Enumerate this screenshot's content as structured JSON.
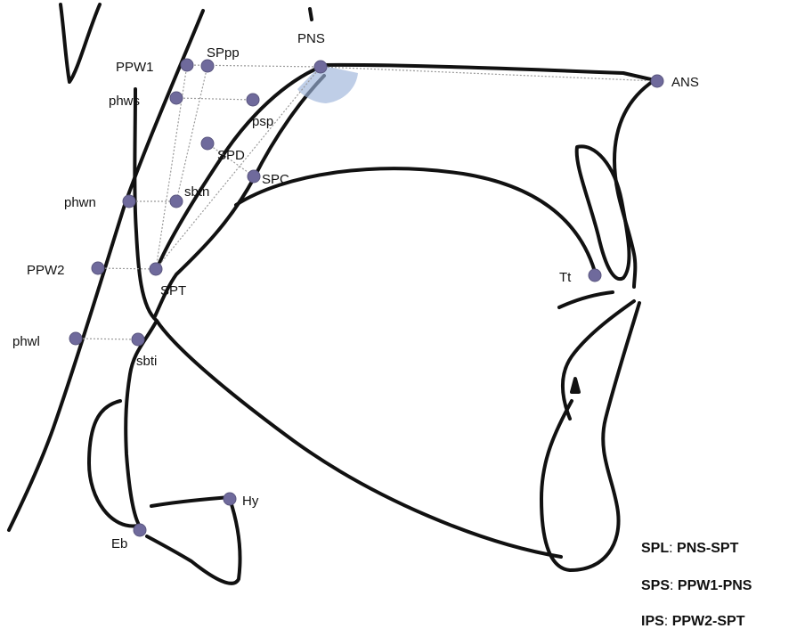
{
  "diagram": {
    "landmarks": [
      {
        "id": "PNS",
        "label": "PNS"
      },
      {
        "id": "ANS",
        "label": "ANS"
      },
      {
        "id": "SPpp",
        "label": "SPpp"
      },
      {
        "id": "PPW1",
        "label": "PPW1"
      },
      {
        "id": "phws",
        "label": "phws"
      },
      {
        "id": "psp",
        "label": "psp"
      },
      {
        "id": "SPD",
        "label": "SPD"
      },
      {
        "id": "SPC",
        "label": "SPC"
      },
      {
        "id": "sbtn",
        "label": "sbtn"
      },
      {
        "id": "phwn",
        "label": "phwn"
      },
      {
        "id": "PPW2",
        "label": "PPW2"
      },
      {
        "id": "SPT",
        "label": "SPT"
      },
      {
        "id": "phwl",
        "label": "phwl"
      },
      {
        "id": "sbti",
        "label": "sbti"
      },
      {
        "id": "Tt",
        "label": "Tt"
      },
      {
        "id": "Hy",
        "label": "Hy"
      },
      {
        "id": "Eb",
        "label": "Eb"
      }
    ],
    "colors": {
      "landmark": "#6f6a9c",
      "outline": "#111111",
      "guide": "#9a9a9a",
      "angle": "#9db3da"
    }
  },
  "legend": {
    "spl": {
      "abbr": "SPL",
      "sep": ": ",
      "def": "PNS-SPT"
    },
    "sps": {
      "abbr": "SPS",
      "sep": ": ",
      "def": "PPW1-PNS"
    },
    "ips": {
      "abbr": "IPS",
      "sep": ": ",
      "def": "PPW2-SPT"
    }
  }
}
